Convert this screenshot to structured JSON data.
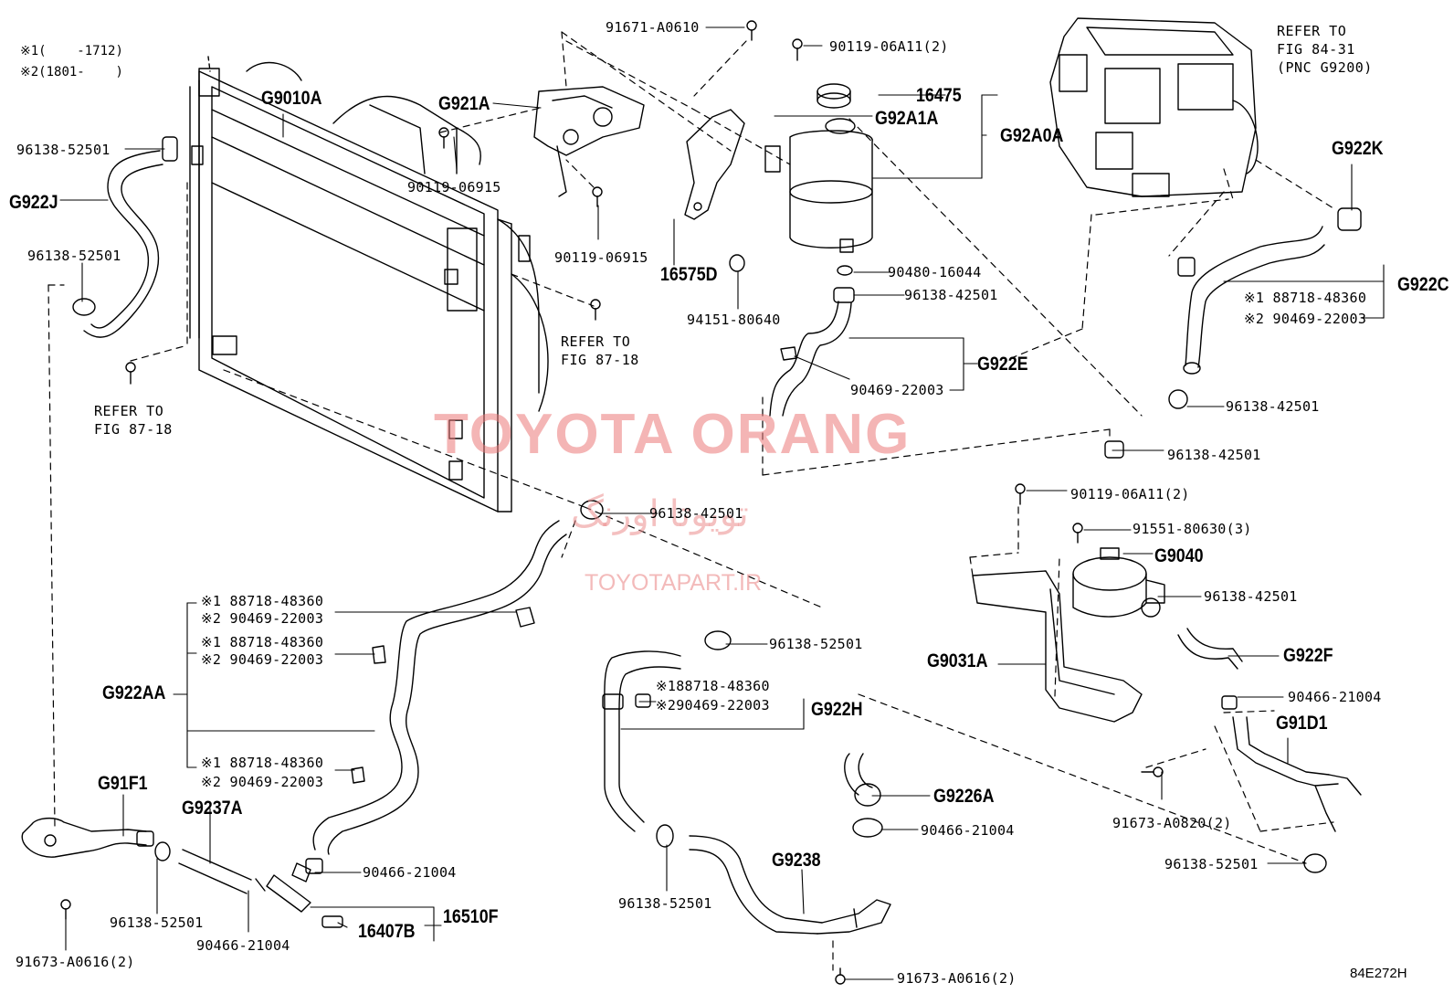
{
  "notes": {
    "note1": "※1(    -1712)",
    "note2": "※2(1801-    )"
  },
  "watermark": {
    "brand": "TOYOTA ORANG",
    "persian": "تویوتا اورنگ",
    "site": "TOYOTAPART.IR"
  },
  "figure_number": "84E272H",
  "refers": {
    "fig8718_a": "REFER TO\nFIG 87-18",
    "fig8718_b": "REFER TO\nFIG 87-18",
    "fig8431": "REFER TO\nFIG 84-31\n(PNC G9200)"
  },
  "labels": {
    "g9010a": "G9010A",
    "p96138_52501_a": "96138-52501",
    "g922j": "G922J",
    "p96138_52501_b": "96138-52501",
    "g921a": "G921A",
    "p91671_a0610": "91671-A0610",
    "p90119_06915_a": "90119-06915",
    "p90119_06915_b": "90119-06915",
    "p90119_06a11_a": "90119-06A11(2)",
    "p16475": "16475",
    "g92a1a": "G92A1A",
    "g92a0a": "G92A0A",
    "p16575d": "16575D",
    "p94151_80640": "94151-80640",
    "p90480_16044": "90480-16044",
    "p96138_42501_a": "96138-42501",
    "g922e": "G922E",
    "p90469_22003_a": "90469-22003",
    "g922k": "G922K",
    "g922c": "G922C",
    "n88718_a": "※1 88718-48360",
    "n90469_a": "※2 90469-22003",
    "p96138_42501_b": "96138-42501",
    "p96138_42501_c": "96138-42501",
    "p96138_42501_d": "96138-42501",
    "p90119_06a11_b": "90119-06A11(2)",
    "p91551_80630": "91551-80630(3)",
    "g9040": "G9040",
    "p96138_42501_e": "96138-42501",
    "g9031a": "G9031A",
    "g922f": "G922F",
    "p90466_21004_a": "90466-21004",
    "g91d1": "G91D1",
    "p91673_a0820": "91673-A0820(2)",
    "p96138_52501_c": "96138-52501",
    "n88718_b": "※1 88718-48360",
    "n90469_b": "※2 90469-22003",
    "n88718_c": "※1 88718-48360",
    "n90469_c": "※2 90469-22003",
    "g922aa": "G922AA",
    "n88718_d": "※1 88718-48360",
    "n90469_d": "※2 90469-22003",
    "g91f1": "G91F1",
    "g9237a": "G9237A",
    "p96138_52501_d": "96138-52501",
    "p91673_a0616_a": "91673-A0616(2)",
    "p90466_21004_b": "90466-21004",
    "p90466_21004_c": "90466-21004",
    "p16407b": "16407B",
    "p16510f": "16510F",
    "p96138_52501_e": "96138-52501",
    "n88718_e": "※188718-48360",
    "n90469_e": "※290469-22003",
    "g922h": "G922H",
    "g9226a": "G9226A",
    "p90466_21004_d": "90466-21004",
    "g9238": "G9238",
    "p96138_52501_f": "96138-52501",
    "p91673_a0616_b": "91673-A0616(2)"
  }
}
